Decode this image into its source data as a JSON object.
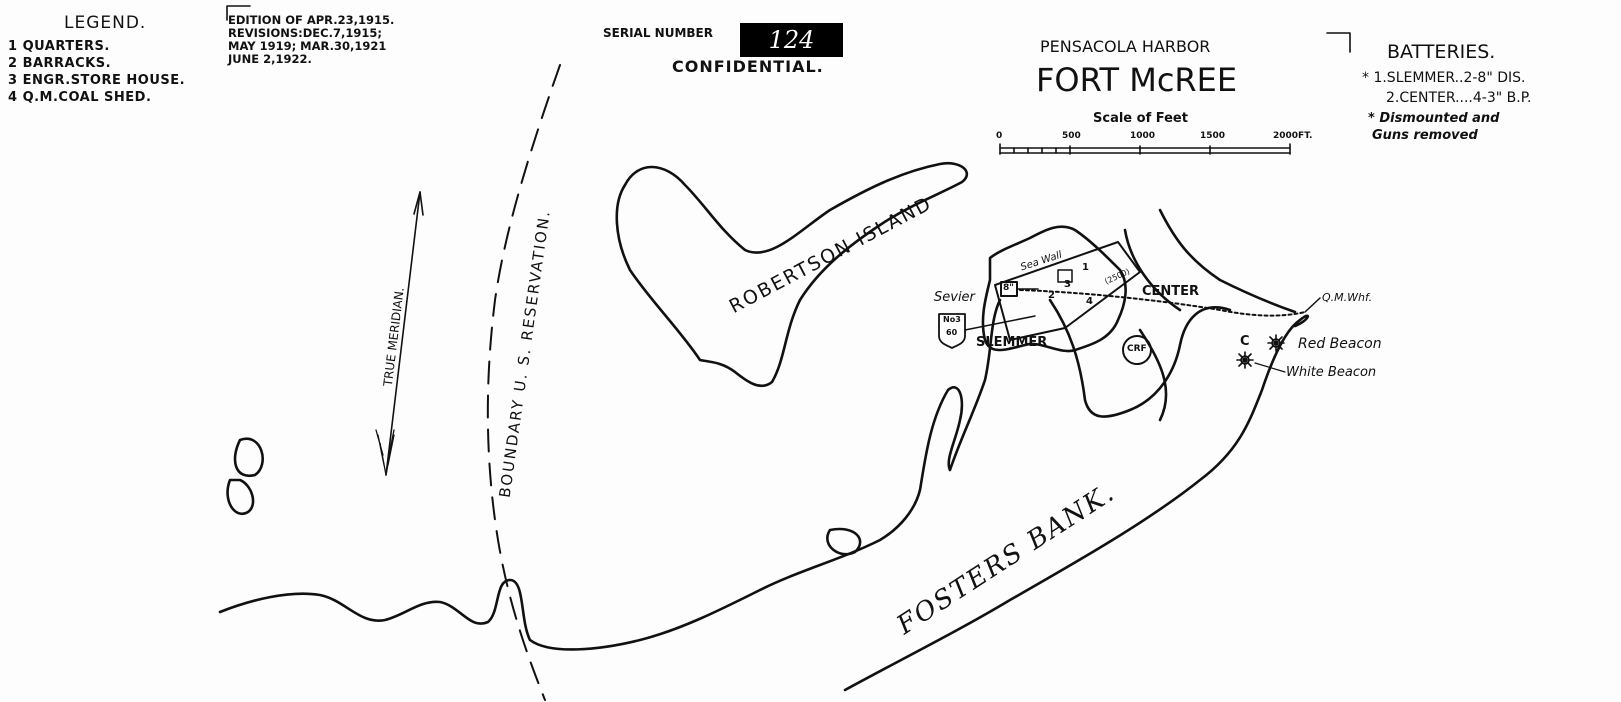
{
  "legend": {
    "title": "LEGEND.",
    "items": [
      "1 QUARTERS.",
      "2 BARRACKS.",
      "3 ENGR.STORE HOUSE.",
      "4 Q.M.COAL SHED."
    ]
  },
  "edition": [
    "EDITION OF APR.23,1915.",
    "REVISIONS:DEC.7,1915;",
    "MAY 1919; MAR.30,1921",
    "JUNE 2,1922."
  ],
  "serial": {
    "label": "SERIAL NUMBER",
    "value": "124"
  },
  "confidential": "CONFIDENTIAL.",
  "title": {
    "harbor": "PENSACOLA HARBOR",
    "fort": "FORT McREE"
  },
  "scale": {
    "title": "Scale of Feet",
    "ticks": [
      "0",
      "500",
      "1000",
      "1500",
      "2000FT."
    ]
  },
  "batteries": {
    "title": "BATTERIES.",
    "items": [
      "* 1.SLEMMER..2-8\" DIS.",
      "2.CENTER....4-3\" B.P."
    ],
    "note": [
      "* Dismounted and",
      "Guns removed"
    ]
  },
  "labels": {
    "meridian": "TRUE MERIDIAN.",
    "boundary": "BOUNDARY U. S. RESERVATION.",
    "robertson": "ROBERTSON ISLAND",
    "fosters": "FOSTERS BANK.",
    "seawall": "Sea Wall",
    "sevier": "Sevier",
    "sevier_gun": "8\"",
    "slemmer": "SLEMMER",
    "center": "CENTER",
    "no3": "No3",
    "no3b": "60",
    "crf": "CRF",
    "qmwhf": "Q.M.Whf.",
    "red_beacon": "Red Beacon",
    "white_beacon": "White Beacon",
    "c": "C",
    "bldg1": "1",
    "bldg2": "2",
    "bldg3": "3",
    "bldg4": "4",
    "center_gun": "(2500)"
  }
}
